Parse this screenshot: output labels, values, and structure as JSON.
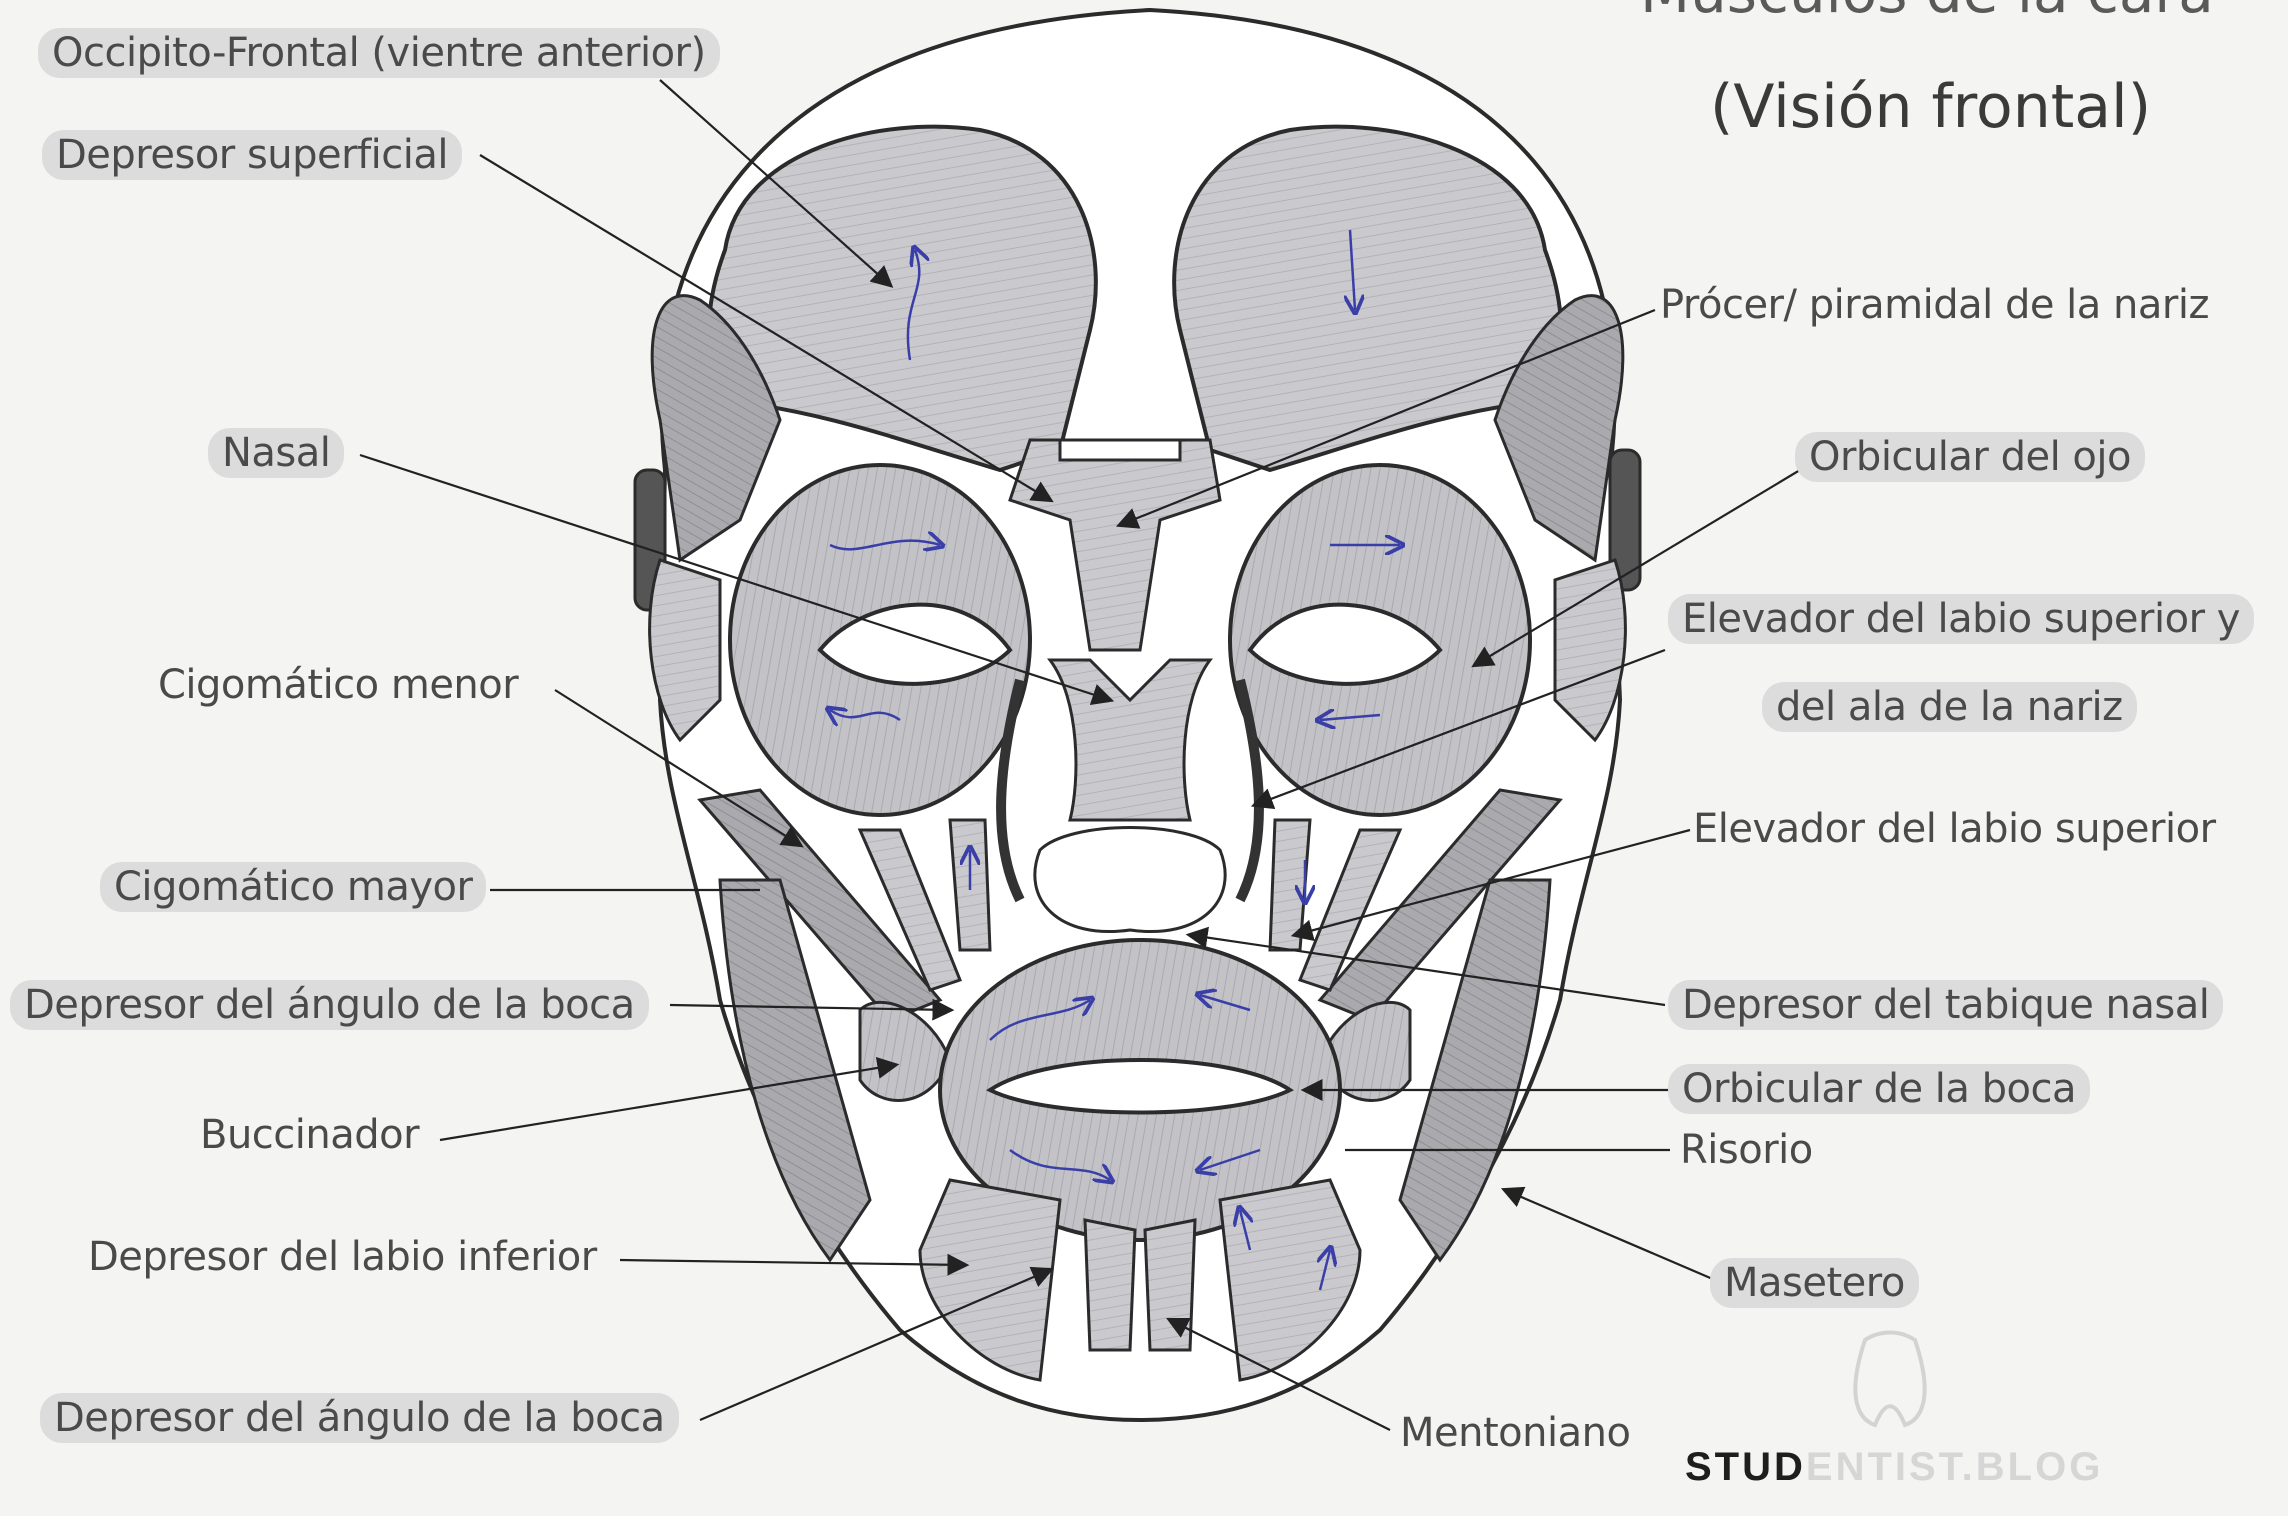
{
  "title": {
    "line1": "Músculos de la cara",
    "line2": "(Visión frontal)"
  },
  "labels": {
    "occipito_frontal": "Occipito-Frontal (vientre anterior)",
    "depresor_superficial": "Depresor superficial",
    "nasal": "Nasal",
    "cigomatico_menor": "Cigomático menor",
    "cigomatico_mayor": "Cigomático mayor",
    "depresor_angulo_boca_1": "Depresor del ángulo de la boca",
    "buccinador": "Buccinador",
    "depresor_labio_inferior": "Depresor del labio inferior",
    "depresor_angulo_boca_2": "Depresor del ángulo de la boca",
    "procer": "Prócer/ piramidal de la nariz",
    "orbicular_ojo": "Orbicular del ojo",
    "elevador_ala_1": "Elevador del labio superior y",
    "elevador_ala_2": "del ala de la nariz",
    "elevador_labio_superior": "Elevador del labio superior",
    "depresor_tabique": "Depresor del tabique nasal",
    "orbicular_boca": "Orbicular de la boca",
    "risorio": "Risorio",
    "masetero": "Masetero",
    "mentoniano": "Mentoniano"
  },
  "watermark": {
    "dark": "STUD",
    "light": "ENTIST.BLOG"
  },
  "colors": {
    "background": "#f4f4f2",
    "muscle": "#c9c9cd",
    "muscle_dark": "#8d8d92",
    "bone": "#ffffff",
    "outline": "#2b2b2b",
    "arrow": "#3a3fa8",
    "label_highlight": "#dcdcdc"
  }
}
